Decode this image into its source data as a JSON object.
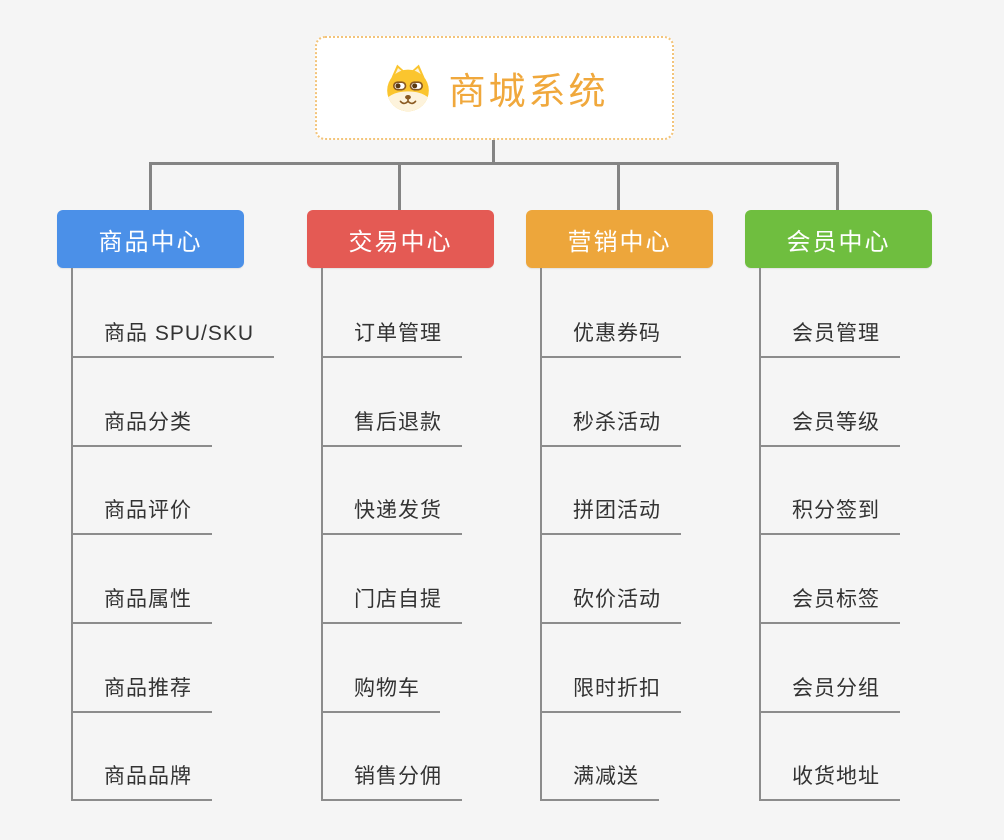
{
  "diagram": {
    "title": "商城系统",
    "background_color": "#f5f5f5",
    "connector_color": "#848484"
  },
  "root": {
    "label": "商城系统",
    "icon": "dog-face-icon",
    "text_color": "#f0a83c",
    "border_color": "#f3c47a"
  },
  "branches": [
    {
      "key": "product-center",
      "label": "商品中心",
      "color": "#4b90e8",
      "items": [
        "商品 SPU/SKU",
        "商品分类",
        "商品评价",
        "商品属性",
        "商品推荐",
        "商品品牌"
      ]
    },
    {
      "key": "trade-center",
      "label": "交易中心",
      "color": "#e45a54",
      "items": [
        "订单管理",
        "售后退款",
        "快递发货",
        "门店自提",
        "购物车",
        "销售分佣"
      ]
    },
    {
      "key": "marketing-center",
      "label": "营销中心",
      "color": "#eda63b",
      "items": [
        "优惠券码",
        "秒杀活动",
        "拼团活动",
        "砍价活动",
        "限时折扣",
        "满减送"
      ]
    },
    {
      "key": "member-center",
      "label": "会员中心",
      "color": "#6fbe3f",
      "items": [
        "会员管理",
        "会员等级",
        "积分签到",
        "会员标签",
        "会员分组",
        "收货地址"
      ]
    }
  ]
}
